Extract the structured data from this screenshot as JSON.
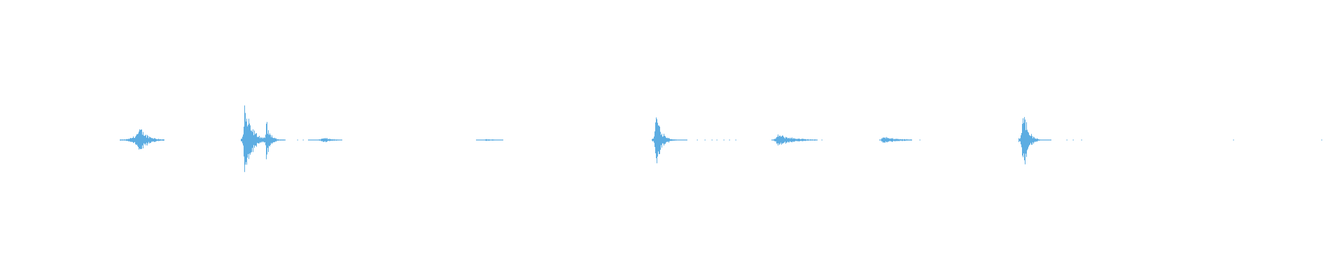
{
  "waveform": {
    "color": "#5dade2",
    "background": "#ffffff",
    "duration_fraction_of_width": 1.0,
    "events": [
      {
        "start": 0.089,
        "peak": 0.104,
        "end": 0.122,
        "amplitude": 0.1,
        "decay": 0.35
      },
      {
        "start": 0.179,
        "peak": 0.182,
        "end": 0.212,
        "amplitude": 0.29,
        "decay": 0.18
      },
      {
        "start": 0.196,
        "peak": 0.198,
        "end": 0.211,
        "amplitude": 0.17,
        "decay": 0.22
      },
      {
        "start": 0.229,
        "peak": 0.241,
        "end": 0.254,
        "amplitude": 0.02,
        "decay": 0.5
      },
      {
        "start": 0.354,
        "peak": 0.362,
        "end": 0.374,
        "amplitude": 0.008,
        "decay": 0.7
      },
      {
        "start": 0.485,
        "peak": 0.488,
        "end": 0.511,
        "amplitude": 0.26,
        "decay": 0.16
      },
      {
        "start": 0.574,
        "peak": 0.578,
        "end": 0.608,
        "amplitude": 0.05,
        "decay": 0.4
      },
      {
        "start": 0.654,
        "peak": 0.656,
        "end": 0.678,
        "amplitude": 0.03,
        "decay": 0.55
      },
      {
        "start": 0.758,
        "peak": 0.761,
        "end": 0.782,
        "amplitude": 0.35,
        "decay": 0.15
      }
    ],
    "noise_ticks": [
      0.091,
      0.118,
      0.221,
      0.225,
      0.518,
      0.524,
      0.529,
      0.533,
      0.538,
      0.542,
      0.547,
      0.611,
      0.684,
      0.793,
      0.798,
      0.804,
      0.917,
      0.983
    ]
  }
}
